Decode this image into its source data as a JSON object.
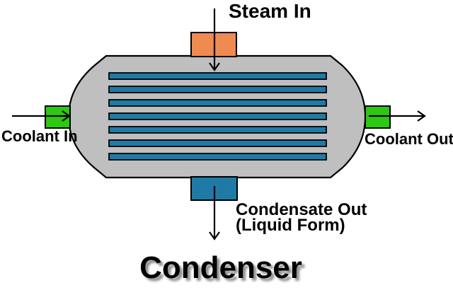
{
  "title": {
    "text": "Condenser"
  },
  "labels": {
    "steam_in": "Steam In",
    "coolant_in": "Coolant In",
    "coolant_out": "Coolant Out",
    "condensate_out_line1": "Condensate Out",
    "condensate_out_line2": "(Liquid Form)"
  },
  "diagram": {
    "shell_color": "#BFBFBF",
    "outline_color": "#000000",
    "steam_port_color": "#EF8A50",
    "coolant_port_color": "#2DC811",
    "condensate_port_color": "#1F7BA5",
    "tube_color": "#1F7BA5",
    "tube_count": 7,
    "arrow_color": "#000000"
  }
}
